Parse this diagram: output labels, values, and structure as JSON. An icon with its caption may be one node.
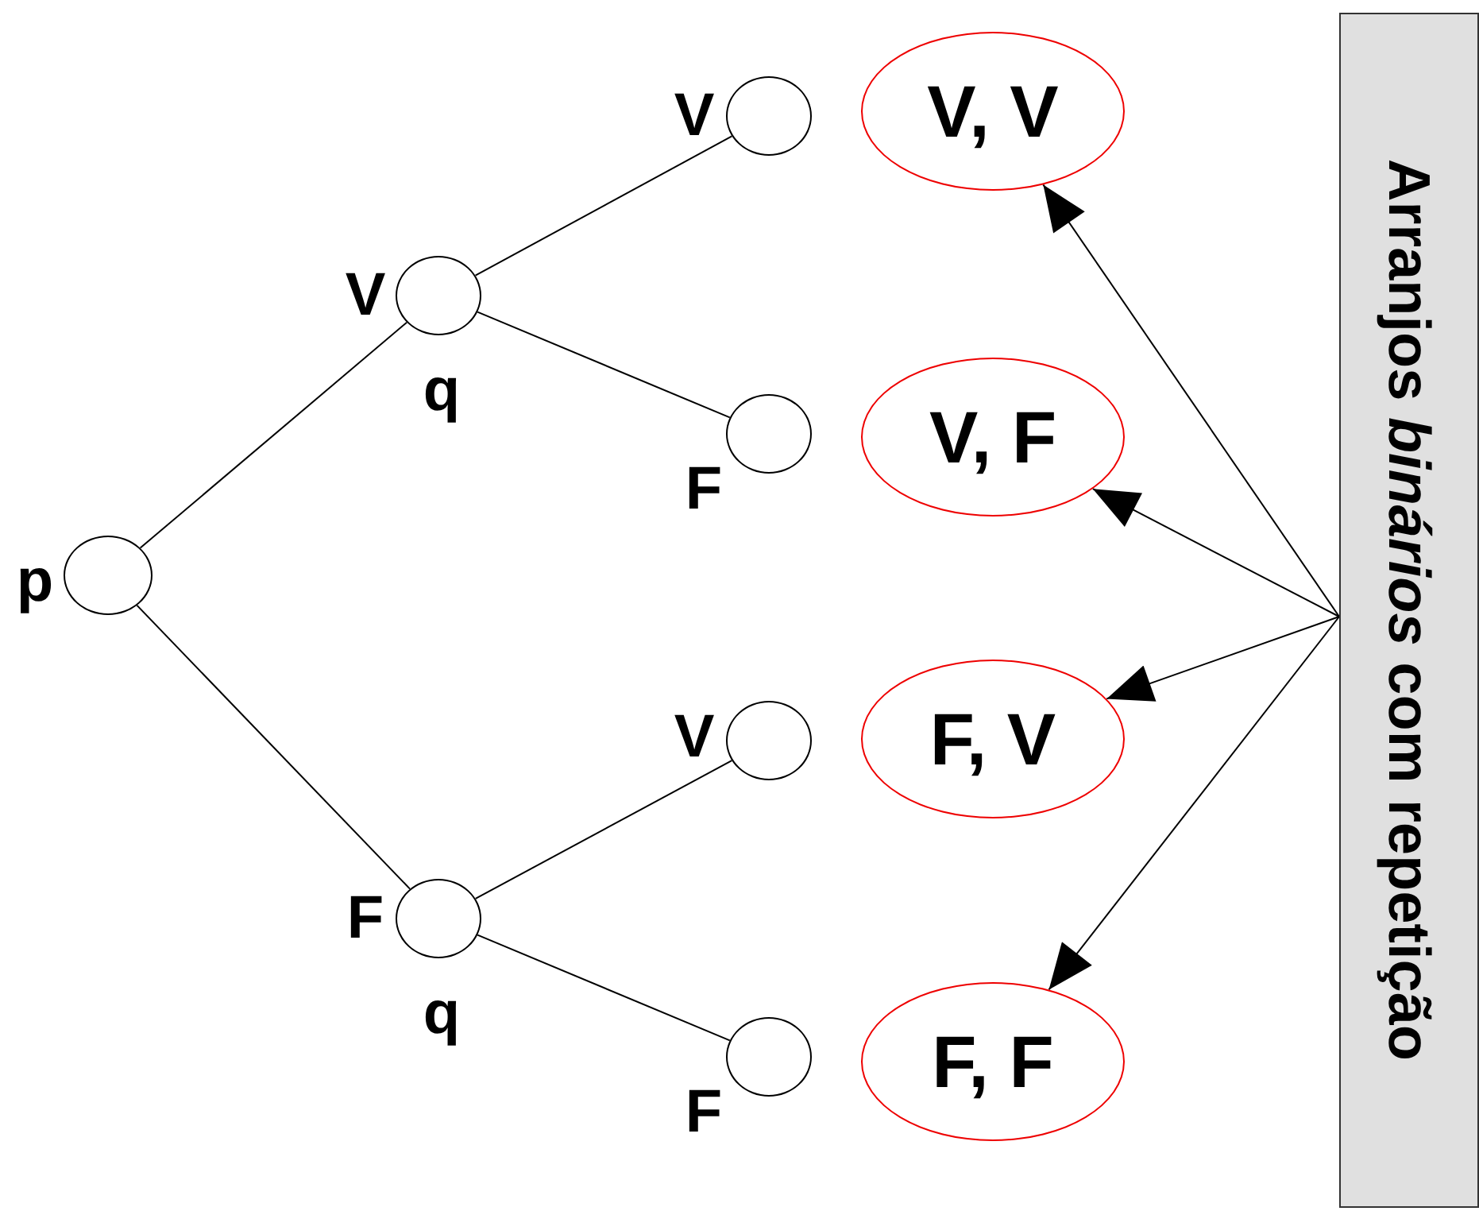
{
  "diagram": {
    "nodes": [
      {
        "text": [],
        "shape": "circle",
        "beside": [
          "p"
        ]
      },
      {
        "text": [],
        "shape": "circle",
        "beside": [
          "V",
          "q"
        ]
      },
      {
        "text": [],
        "shape": "circle",
        "beside": [
          "F",
          "q"
        ]
      },
      {
        "text": [],
        "shape": "circle",
        "beside": [
          "V"
        ]
      },
      {
        "text": [],
        "shape": "circle",
        "beside": [
          "F"
        ]
      },
      {
        "text": [],
        "shape": "circle",
        "beside": [
          "V"
        ]
      },
      {
        "text": [],
        "shape": "circle",
        "beside": [
          "F"
        ]
      },
      {
        "text": [
          "V, V"
        ]
      },
      {
        "text": [
          "V, F"
        ]
      },
      {
        "text": [
          "F, V"
        ]
      },
      {
        "text": [
          "F, F"
        ]
      },
      {
        "text": [
          "Arranjos *binários* com repetição"
        ]
      }
    ],
    "edges": [
      {
        "from": 0,
        "to": 1,
        "arrow": "none"
      },
      {
        "from": 0,
        "to": 2,
        "arrow": "none"
      },
      {
        "from": 1,
        "to": 3,
        "arrow": "none"
      },
      {
        "from": 1,
        "to": 4,
        "arrow": "none"
      },
      {
        "from": 2,
        "to": 5,
        "arrow": "none"
      },
      {
        "from": 2,
        "to": 6,
        "arrow": "none"
      },
      {
        "from": 11,
        "to": 7,
        "arrow": "to"
      },
      {
        "from": 11,
        "to": 8,
        "arrow": "to"
      },
      {
        "from": 11,
        "to": 9,
        "arrow": "to"
      },
      {
        "from": 11,
        "to": 10,
        "arrow": "to"
      }
    ]
  }
}
